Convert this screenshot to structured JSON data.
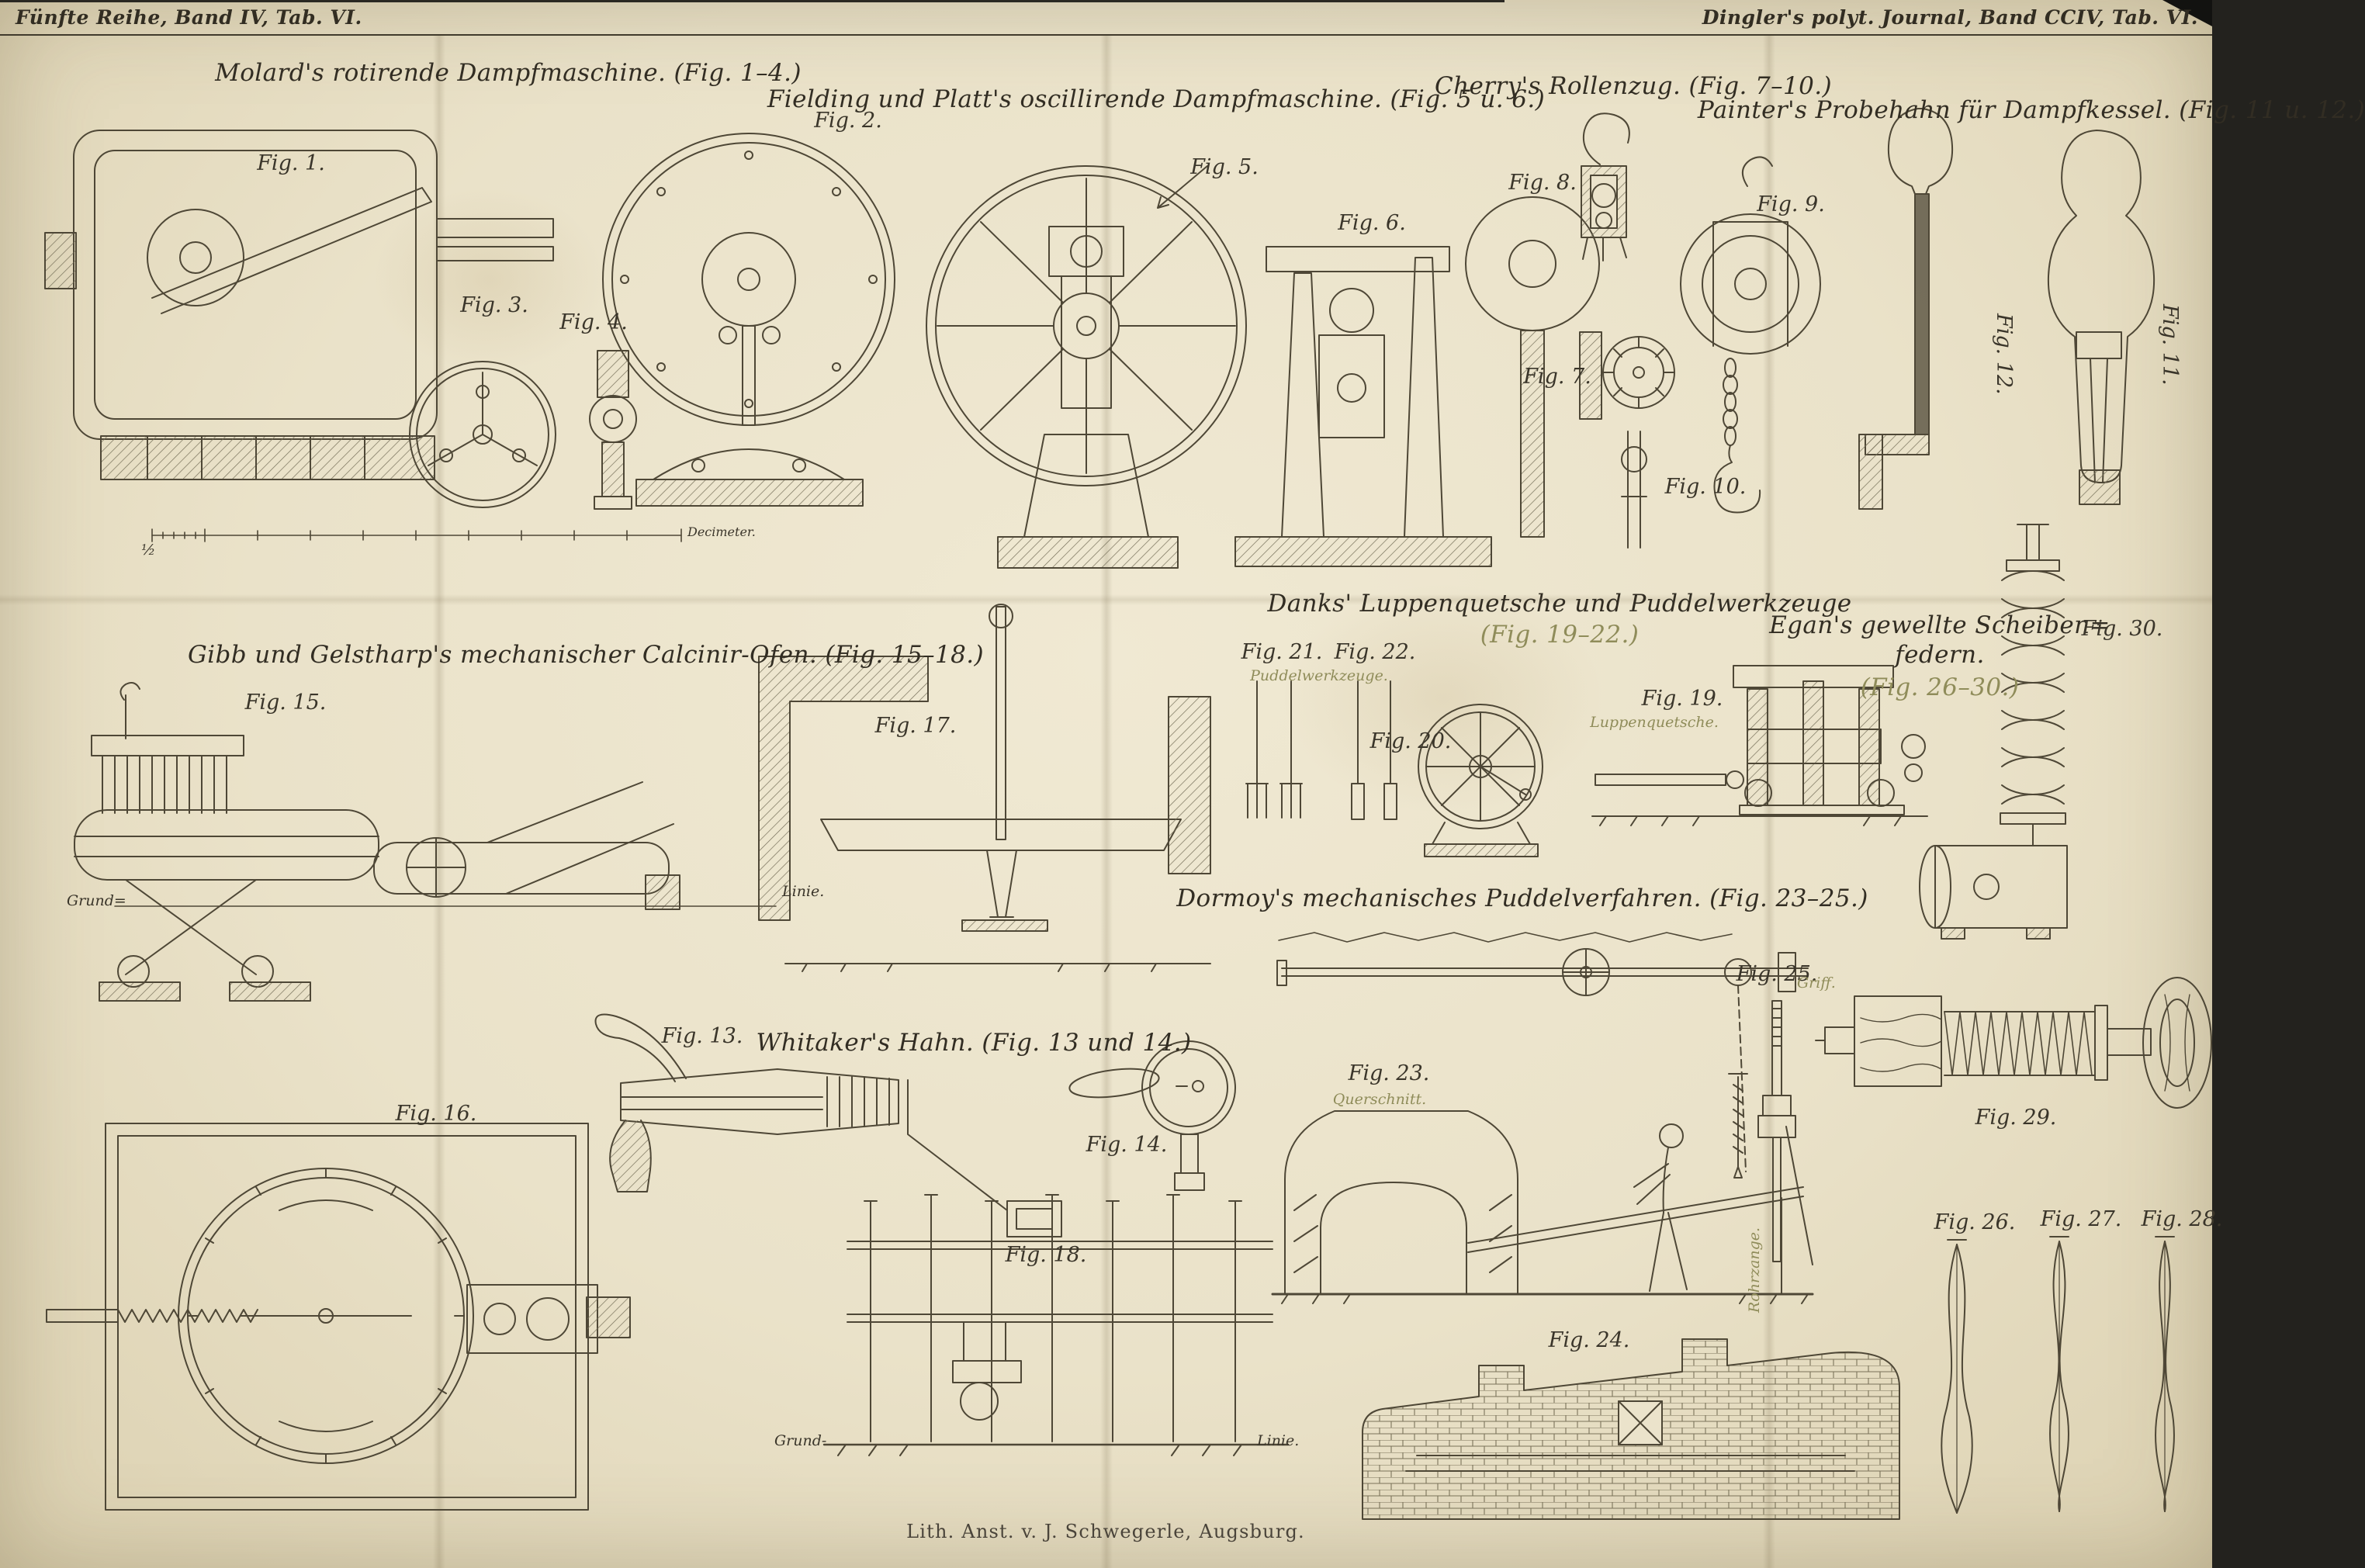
{
  "header": {
    "left": "Fünfte Reihe, Band IV, Tab. VI.",
    "right": "Dingler's polyt. Journal, Band CCIV, Tab. VI."
  },
  "footer": {
    "credit": "Lith. Anst. v. J. Schwegerle, Augsburg."
  },
  "titles": {
    "molard": "Molard's rotirende Dampfmaschine. (Fig. 1–4.)",
    "fielding": "Fielding und Platt's oscillirende Dampfmaschine. (Fig. 5 u. 6.)",
    "cherry": "Cherry's Rollenzug. (Fig. 7–10.)",
    "painter": "Painter's Probehahn für Dampfkessel. (Fig. 11 u. 12.)",
    "gibb": "Gibb und Gelstharp's mechanischer Calcinir-Ofen. (Fig. 15–18.)",
    "danks_line1": "Danks' Luppenquetsche und Puddelwerkzeuge",
    "danks_line2": "(Fig. 19–22.)",
    "egan_line1": "Egan's gewellte Scheiben=",
    "egan_line2": "federn.",
    "egan_line3": "(Fig. 26–30.)",
    "dormoy": "Dormoy's mechanisches Puddelverfahren. (Fig. 23–25.)",
    "whitaker": "Whitaker's Hahn. (Fig. 13 und 14.)"
  },
  "fig_labels": {
    "f1": "Fig. 1.",
    "f2": "Fig. 2.",
    "f3": "Fig. 3.",
    "f4": "Fig. 4.",
    "f5": "Fig. 5.",
    "f6": "Fig. 6.",
    "f7": "Fig. 7.",
    "f8": "Fig. 8.",
    "f9": "Fig. 9.",
    "f10": "Fig. 10.",
    "f11": "Fig. 11.",
    "f12": "Fig. 12.",
    "f13": "Fig. 13.",
    "f14": "Fig. 14.",
    "f15": "Fig. 15.",
    "f16": "Fig. 16.",
    "f17": "Fig. 17.",
    "f18": "Fig. 18.",
    "f19": "Fig. 19.",
    "f20": "Fig. 20.",
    "f21": "Fig. 21.",
    "f22": "Fig. 22.",
    "f23": "Fig. 23.",
    "f24": "Fig. 24.",
    "f25": "Fig. 25.",
    "f26": "Fig. 26.",
    "f27": "Fig. 27.",
    "f28": "Fig. 28.",
    "f29": "Fig. 29.",
    "f30": "Fig. 30."
  },
  "annotations": {
    "puddelwerkzeuge": "Puddelwerkzeuge.",
    "luppenquetsche": "Luppenquetsche.",
    "querschnitt": "Querschnitt.",
    "grund_15": "Grund=",
    "linie_15": "Linie.",
    "grund_18": "Grund-",
    "linie_18": "Linie.",
    "rohrzange": "Rohrzange.",
    "griff": "Griff.",
    "decimeter": "Decimeter.",
    "half_mark": "½"
  },
  "colors": {
    "paper": "#eae2c9",
    "ink": "#4e4736",
    "faded_olive": "#8f8c5a"
  }
}
